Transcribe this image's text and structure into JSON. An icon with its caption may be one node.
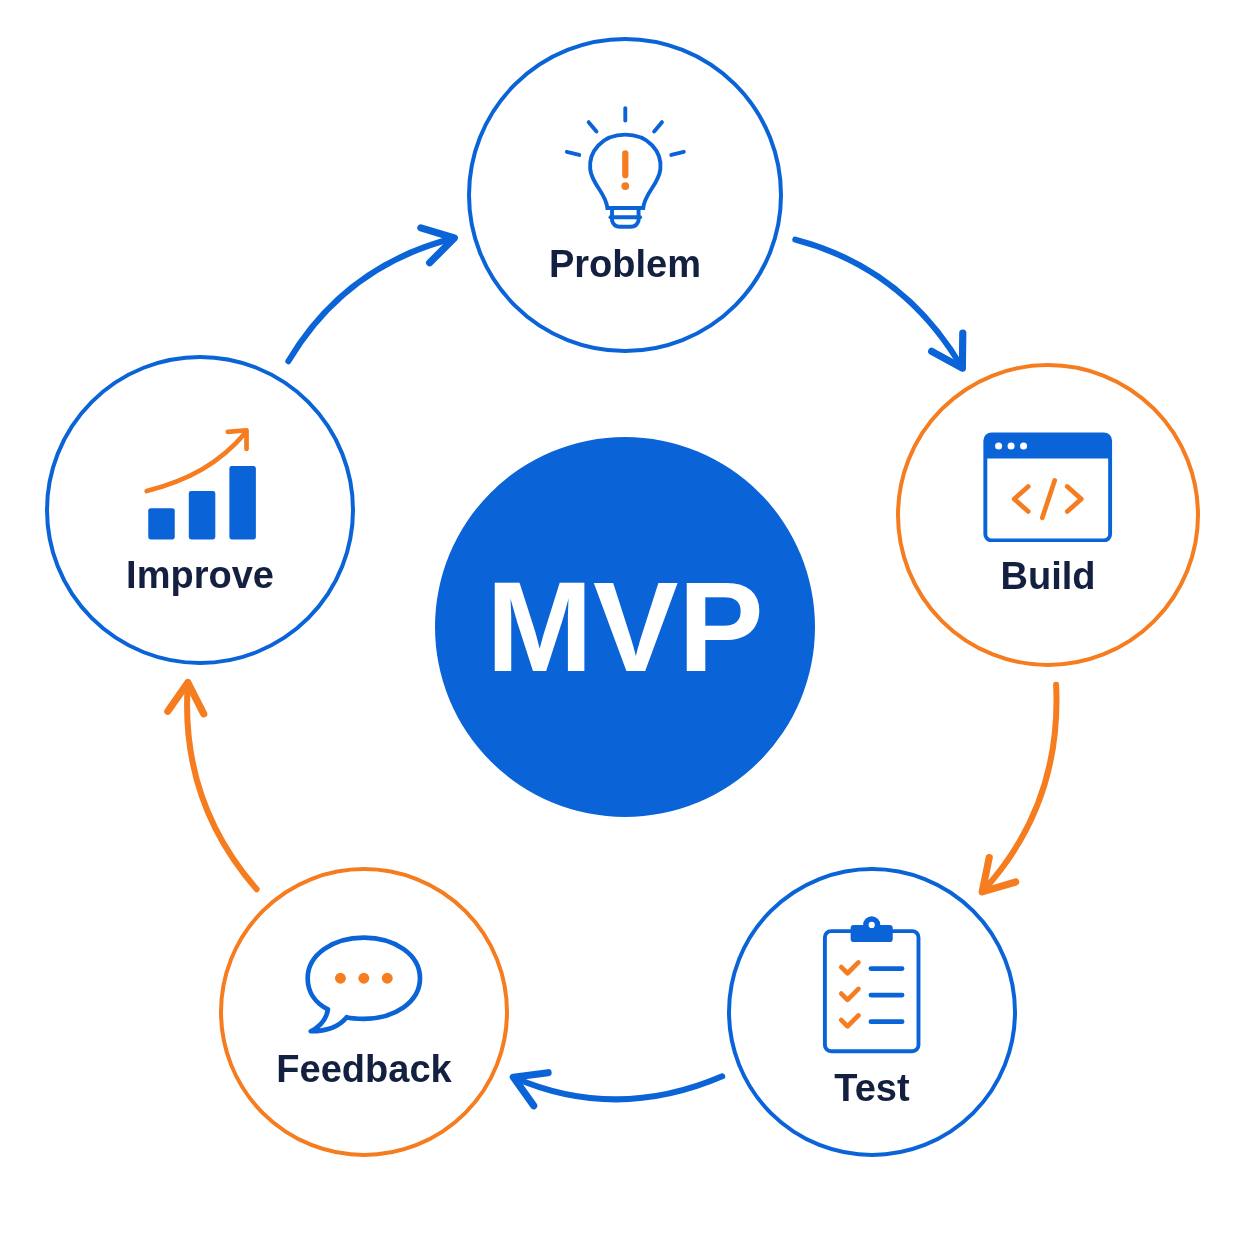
{
  "diagram": {
    "nodes": [
      {
        "text": [
          "MVP"
        ]
      },
      {
        "text": [
          "Problem"
        ]
      },
      {
        "text": [
          "Build"
        ]
      },
      {
        "text": [
          "Test"
        ]
      },
      {
        "text": [
          "Feedback"
        ]
      },
      {
        "text": [
          "Improve"
        ]
      }
    ],
    "edges": [
      {
        "from": 1,
        "to": 2,
        "arrow": "to"
      },
      {
        "from": 2,
        "to": 3,
        "arrow": "to",
        "color": "#f57c1f"
      },
      {
        "from": 3,
        "to": 4,
        "arrow": "to"
      },
      {
        "from": 4,
        "to": 5,
        "arrow": "to",
        "color": "#f57c1f"
      },
      {
        "from": 5,
        "to": 1,
        "arrow": "to"
      }
    ]
  }
}
